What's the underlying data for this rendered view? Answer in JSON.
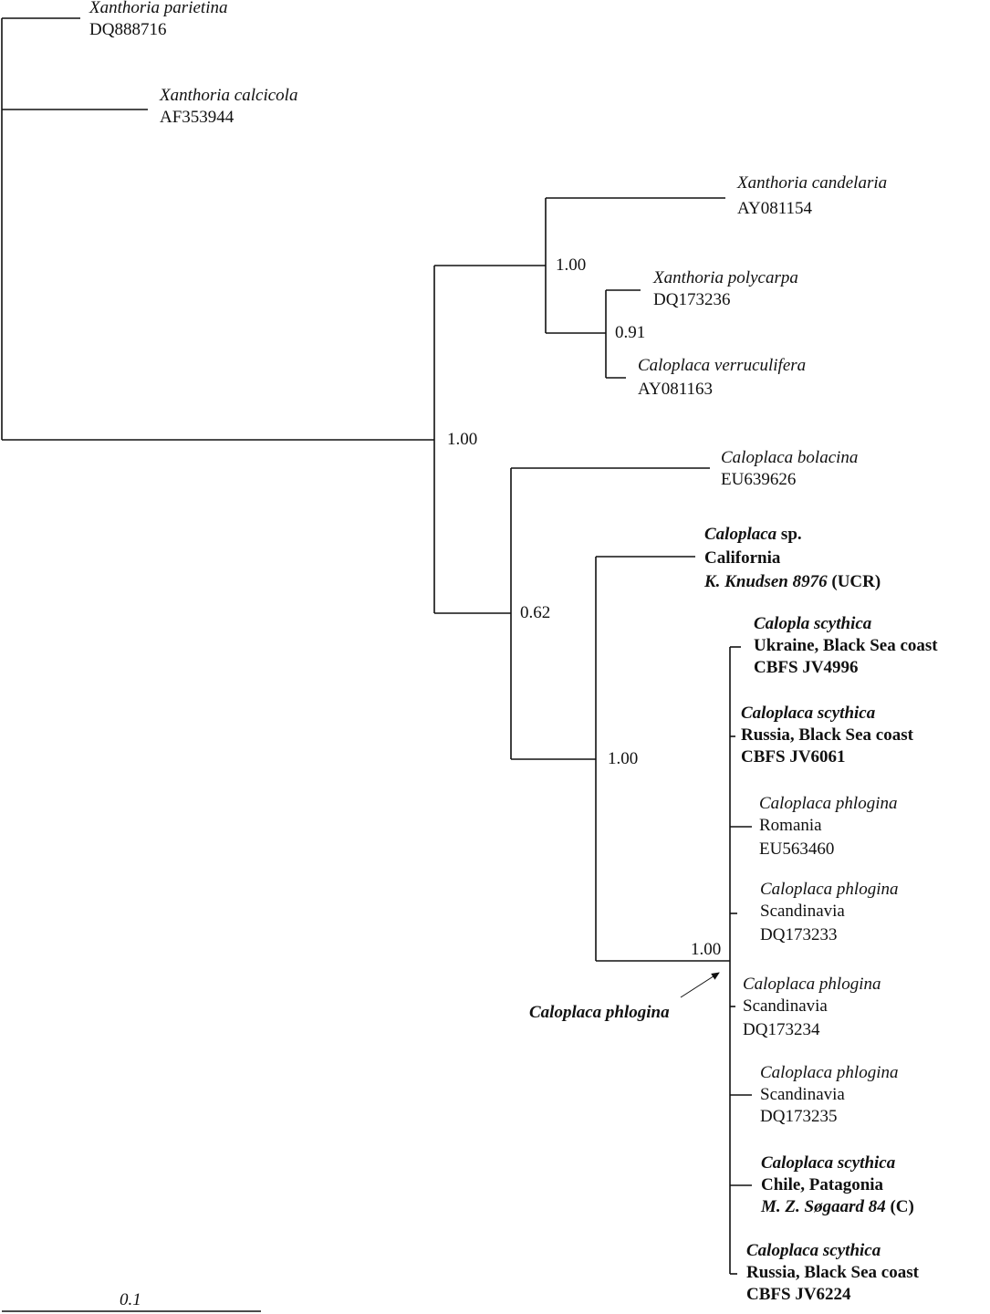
{
  "taxa": {
    "t1": {
      "name": "Xanthoria parietina",
      "acc": "DQ888716"
    },
    "t2": {
      "name": "Xanthoria calcicola",
      "acc": "AF353944"
    },
    "t3": {
      "name": "Xanthoria candelaria",
      "acc": "AY081154"
    },
    "t4": {
      "name": "Xanthoria polycarpa",
      "acc": "DQ173236"
    },
    "t5": {
      "name": "Caloplaca verruculifera",
      "acc": "AY081163"
    },
    "t6": {
      "name": "Caloplaca bolacina",
      "acc": "EU639626"
    },
    "t7": {
      "genus": "Caloplaca",
      "sp": " sp.",
      "loc": "California",
      "coll": "K. Knudsen 8976",
      "herb": " (UCR)"
    },
    "t8": {
      "name": "Calopla scythica",
      "loc": "Ukraine, Black Sea coast",
      "acc": "CBFS JV4996"
    },
    "t9": {
      "name": "Caloplaca scythica",
      "loc": "Russia, Black Sea coast",
      "acc": "CBFS JV6061"
    },
    "t10": {
      "name": "Caloplaca phlogina",
      "loc": "Romania",
      "acc": "EU563460"
    },
    "t11": {
      "name": "Caloplaca phlogina",
      "loc": "Scandinavia",
      "acc": "DQ173233"
    },
    "t12": {
      "name": "Caloplaca phlogina",
      "loc": "Scandinavia",
      "acc": "DQ173234"
    },
    "t13": {
      "name": "Caloplaca phlogina",
      "loc": "Scandinavia",
      "acc": "DQ173235"
    },
    "t14": {
      "name": "Caloplaca scythica",
      "loc": "Chile, Patagonia",
      "coll": "M. Z. Søgaard 84",
      "herb": " (C)"
    },
    "t15": {
      "name": "Caloplaca scythica",
      "loc": "Russia, Black Sea coast",
      "acc": "CBFS JV6224"
    }
  },
  "support": {
    "n_root_clade": "1.00",
    "n_candelaria_clade": "1.00",
    "n_polycarpa_clade": "0.91",
    "n_bolacina_clade": "0.62",
    "n_sp_clade": "1.00",
    "n_phlogina_clade": "1.00"
  },
  "clade_label": "Caloplaca phlogina",
  "scale_bar": {
    "label": "0.1"
  },
  "colors": {
    "line": "#111111",
    "background": "#ffffff"
  }
}
